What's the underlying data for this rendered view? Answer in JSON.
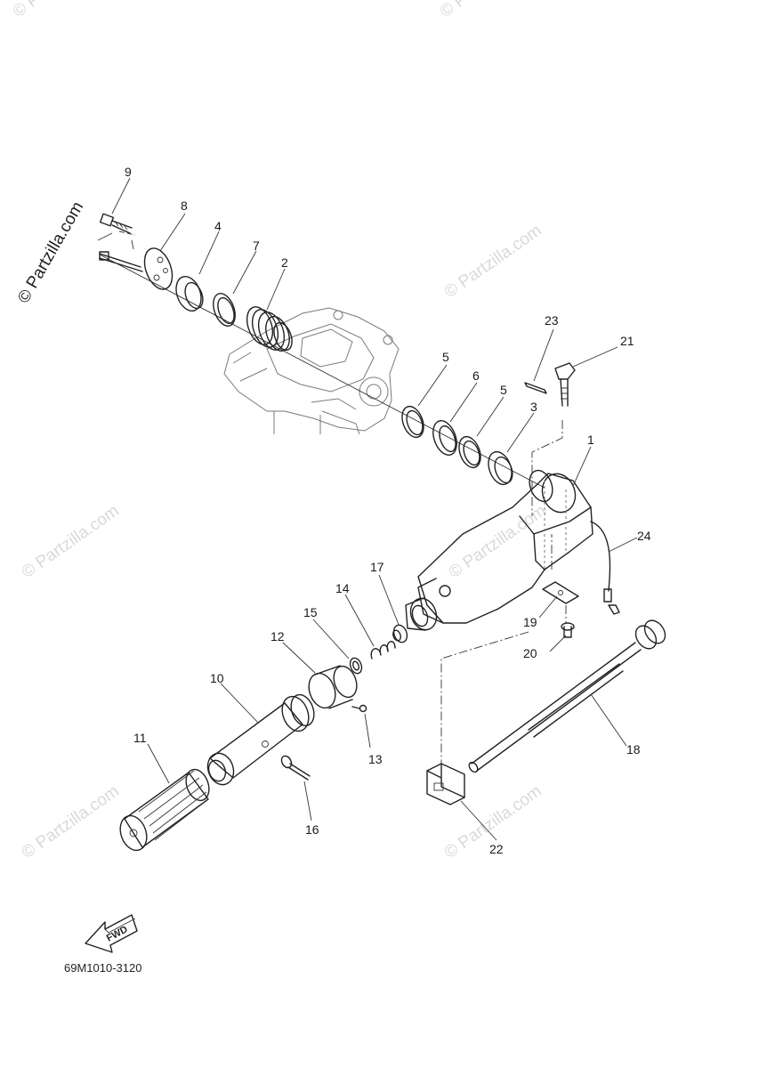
{
  "watermark": {
    "main": "© Partzilla.com",
    "faint": "© Partzilla.com"
  },
  "fwd_label": "FWD",
  "diagram_code": "69M1010-3120",
  "callouts": {
    "c1": "1",
    "c2": "2",
    "c3": "3",
    "c4": "4",
    "c5a": "5",
    "c5b": "5",
    "c6": "6",
    "c7": "7",
    "c8": "8",
    "c9": "9",
    "c10": "10",
    "c11": "11",
    "c12": "12",
    "c13": "13",
    "c14": "14",
    "c15": "15",
    "c16": "16",
    "c17": "17",
    "c18": "18",
    "c19": "19",
    "c20": "20",
    "c21": "21",
    "c22": "22",
    "c23": "23",
    "c24": "24"
  }
}
